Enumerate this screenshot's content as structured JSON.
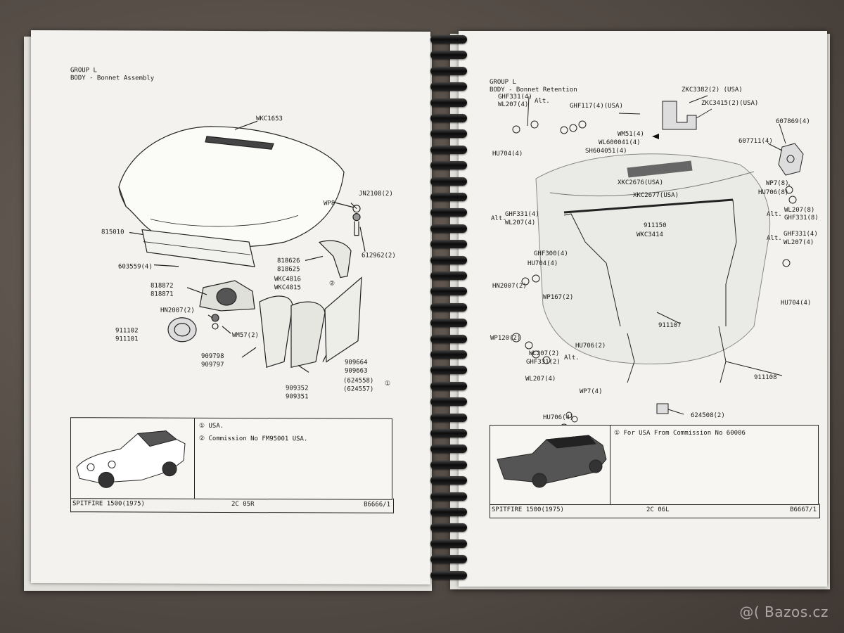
{
  "left_page": {
    "group": "GROUP L",
    "section": "BODY - Bonnet Assembly",
    "parts": {
      "p_wkc1653": "WKC1653",
      "p_jn2108": "JN2108(2)",
      "p_wp8": "WP8",
      "p_815010": "815010",
      "p_612962": "612962(2)",
      "p_603559": "603559(4)",
      "p_818626": "818626",
      "p_818625": "818625",
      "p_wkc4816": "WKC4816",
      "p_wkc4815": "WKC4815",
      "p_818872": "818872",
      "p_818871": "818871",
      "p_hn2007": "HN2007(2)",
      "p_wm57": "WM57(2)",
      "p_911102": "911102",
      "p_911101": "911101",
      "p_909798": "909798",
      "p_909797": "909797",
      "p_909664": "909664",
      "p_909663": "909663",
      "p_624558": "(624558)",
      "p_624557": "(624557)",
      "p_909352": "909352",
      "p_909351": "909351"
    },
    "notes": [
      "USA.",
      "Commission No FM95001 USA."
    ],
    "footer": {
      "model": "SPITFIRE 1500(1975)",
      "code": "2C 05R",
      "ref": "B6666/1"
    }
  },
  "right_page": {
    "group": "GROUP L",
    "section": "BODY - Bonnet Retention",
    "parts": {
      "p_ghf331": "GHF331(4)",
      "p_wl207": "WL207(4)",
      "p_alt": "Alt.",
      "p_ghf117": "GHF117(4)(USA)",
      "p_zkc3382": "ZKC3382(2) (USA)",
      "p_zkc3415": "ZKC3415(2)(USA)",
      "p_hu704": "HU704(4)",
      "p_wm51": "WM51(4)",
      "p_wl600041": "WL600041(4)",
      "p_sh604051": "SH604051(4)",
      "p_607869": "607869(4)",
      "p_607711": "607711(4)",
      "p_xkc2676": "XKC2676(USA)",
      "p_xkc2677": "XKC2677(USA)",
      "p_wp7_8": "WP7(8)",
      "p_hu706_8": "HU706(8)",
      "p_wl207_8": "WL207(8)",
      "p_ghf331_8": "GHF331(8)",
      "p_ghf331_4b": "GHF331(4)",
      "p_wl207_4b": "WL207(4)",
      "p_alt2": "Alt.",
      "p_ghf331_4c": "GHF331(4)",
      "p_wl207_4c": "WL207(4)",
      "p_911150": "911150",
      "p_wkc3414": "WKC3414",
      "p_ghf300": "GHF300(4)",
      "p_hu704_4b": "HU704(4)",
      "p_hu704_4c": "HU704(4)",
      "p_hn2007": "HN2007(2)",
      "p_wp167": "WP167(2)",
      "p_911107": "911107",
      "p_wp120": "WP120(2)",
      "p_hu706_2": "HU706(2)",
      "p_wl207_2": "WL207(2)",
      "p_ghf331_2": "GHF331(2)",
      "p_alt3": "Alt.",
      "p_911108": "911108",
      "p_wl207_4d": "WL207(4)",
      "p_wp7_4": "WP7(4)",
      "p_624508": "624508(2)",
      "p_hu706_4": "HU706(4)",
      "p_alt4": "Alt.",
      "p_alt5": "Alt."
    },
    "notes": [
      "For USA From Commission No 60006"
    ],
    "footer": {
      "model": "SPITFIRE 1500(1975)",
      "code": "2C 06L",
      "ref": "B6667/1"
    }
  },
  "watermark": "@( Bazos.cz",
  "colors": {
    "paper": "#f3f2ee",
    "table": "#4e4640",
    "binding": "#111111"
  }
}
